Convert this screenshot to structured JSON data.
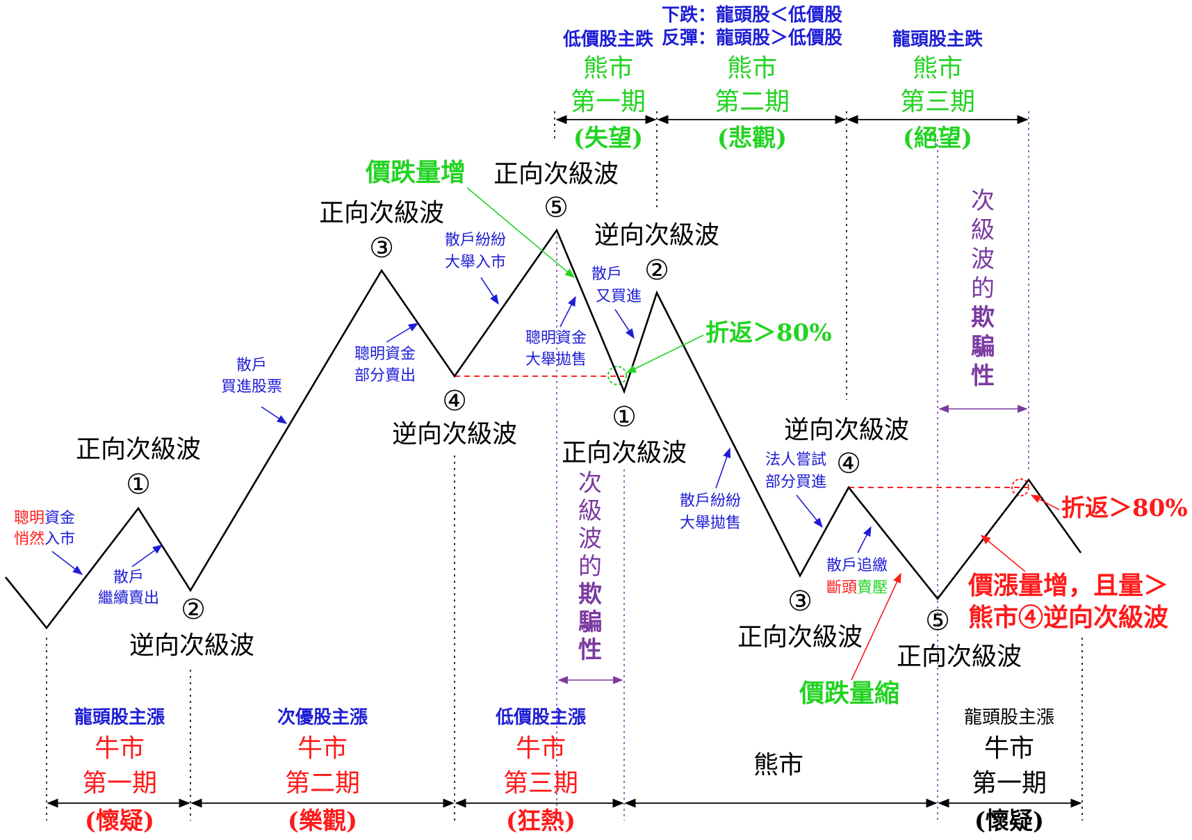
{
  "wave_labels": {
    "bull_w1": {
      "name": "正向次級波",
      "num": "①"
    },
    "bull_w2": {
      "name": "逆向次級波",
      "num": "②"
    },
    "bull_w3": {
      "name": "正向次級波",
      "num": "③"
    },
    "bull_w4": {
      "name": "逆向次級波",
      "num": "④"
    },
    "bull_w5": {
      "name": "正向次級波",
      "num": "⑤"
    },
    "bear_w1": {
      "name": "正向次級波",
      "num": "①"
    },
    "bear_w2": {
      "name": "逆向次級波",
      "num": "②"
    },
    "bear_w3": {
      "name": "正向次級波",
      "num": "③"
    },
    "bear_w4": {
      "name": "逆向次級波",
      "num": "④"
    },
    "bear_w5": {
      "name": "正向次級波",
      "num": "⑤"
    }
  },
  "annotations": {
    "smart_money_a": "聰明",
    "smart_money_b": "資金",
    "smart_money_c": "悄然",
    "smart_money_d": "入市",
    "retail_keep_selling": [
      "散戶",
      "繼續賣出"
    ],
    "retail_buy_stocks": [
      "散戶",
      "買進股票"
    ],
    "smart_partial_sell": [
      "聰明資金",
      "部分賣出"
    ],
    "retail_rush_in": [
      "散戶紛紛",
      "大舉入市"
    ],
    "smart_big_sell": [
      "聰明資金",
      "大舉拋售"
    ],
    "retail_buy_again": [
      "散戶",
      "又買進"
    ],
    "retail_mass_sell": [
      "散戶紛紛",
      "大舉拋售"
    ],
    "institution_try_buy": [
      "法人嘗試",
      "部分買進"
    ],
    "retail_chase_a": "散戶追繳",
    "retail_chase_b": "斷頭",
    "retail_chase_c": "賣壓"
  },
  "signals": {
    "price_down_volume_up": "價跌量增",
    "retrace_gt_80_a": "折返＞80%",
    "retrace_gt_80_b": "折返＞80%",
    "price_down_volume_down": "價跌量縮",
    "price_up_volume_up": [
      "價漲量增，且量＞",
      "熊市④逆向次級波"
    ]
  },
  "deception": {
    "left": [
      "次",
      "級",
      "波",
      "的",
      "欺",
      "騙",
      "性"
    ],
    "right": [
      "次",
      "級",
      "波",
      "的",
      "欺",
      "騙",
      "性"
    ]
  },
  "bear_phases": [
    {
      "sub": [
        "低價股主跌"
      ],
      "market": "熊市",
      "period": "第一期",
      "mood": "(失望)"
    },
    {
      "sub": [
        "下跌：龍頭股＜低價股",
        "反彈：龍頭股＞低價股"
      ],
      "market": "熊市",
      "period": "第二期",
      "mood": "(悲觀)"
    },
    {
      "sub": [
        "龍頭股主跌"
      ],
      "market": "熊市",
      "period": "第三期",
      "mood": "(絕望)"
    }
  ],
  "bull_phases": [
    {
      "sub": "龍頭股主漲",
      "market": "牛市",
      "period": "第一期",
      "mood": "(懷疑)"
    },
    {
      "sub": "次優股主漲",
      "market": "牛市",
      "period": "第二期",
      "mood": "(樂觀)"
    },
    {
      "sub": "低價股主漲",
      "market": "牛市",
      "period": "第三期",
      "mood": "(狂熱)"
    },
    {
      "sub": "",
      "market": "熊市",
      "period": "",
      "mood": ""
    },
    {
      "sub": "龍頭股主漲",
      "market": "牛市",
      "period": "第一期",
      "mood": "(懷疑)"
    }
  ],
  "colors": {
    "blue": "#1d1dd6",
    "red": "#ff1a1a",
    "green": "#22d322",
    "purple": "#7b3aa0",
    "black": "#000000"
  }
}
